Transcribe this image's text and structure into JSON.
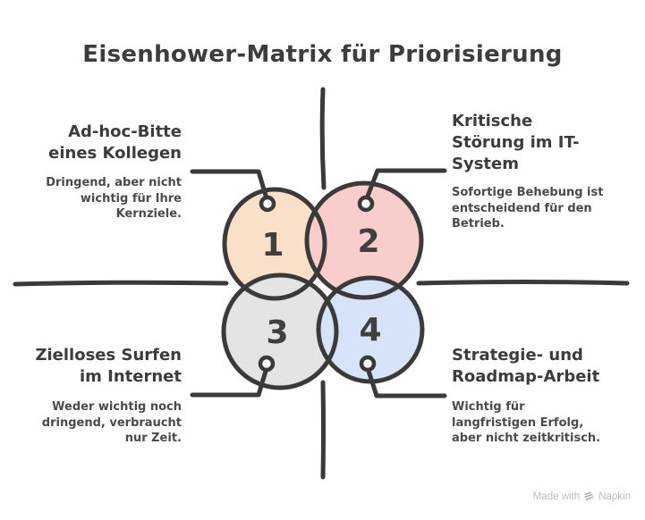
{
  "title": "Eisenhower-Matrix für Priorisierung",
  "colors": {
    "ink": "#3a3a3a",
    "number_ink": "#3f3f3f",
    "watermark": "#bdbdc1"
  },
  "quadrants": {
    "top_left": {
      "heading": "Ad-hoc-Bitte\neines Kollegen",
      "body": "Dringend, aber nicht\nwichtig für Ihre\nKernziele."
    },
    "top_right": {
      "heading": "Kritische\nStörung im IT-\nSystem",
      "body": "Sofortige Behebung ist\nentscheidend für den\nBetrieb."
    },
    "bottom_left": {
      "heading": "Zielloses Surfen\nim Internet",
      "body": "Weder wichtig noch\ndringend, verbraucht\nnur Zeit."
    },
    "bottom_right": {
      "heading": "Strategie- und\nRoadmap-Arbeit",
      "body": "Wichtig für\nlangfristigen Erfolg,\naber nicht zeitkritisch."
    }
  },
  "circles": [
    {
      "number": "1",
      "fill": "#fae0c7"
    },
    {
      "number": "2",
      "fill": "#f9cdcb"
    },
    {
      "number": "3",
      "fill": "#e4e4e4"
    },
    {
      "number": "4",
      "fill": "#d6e3f8"
    }
  ],
  "watermark": {
    "made_with": "Made with",
    "brand": "Napkin"
  }
}
